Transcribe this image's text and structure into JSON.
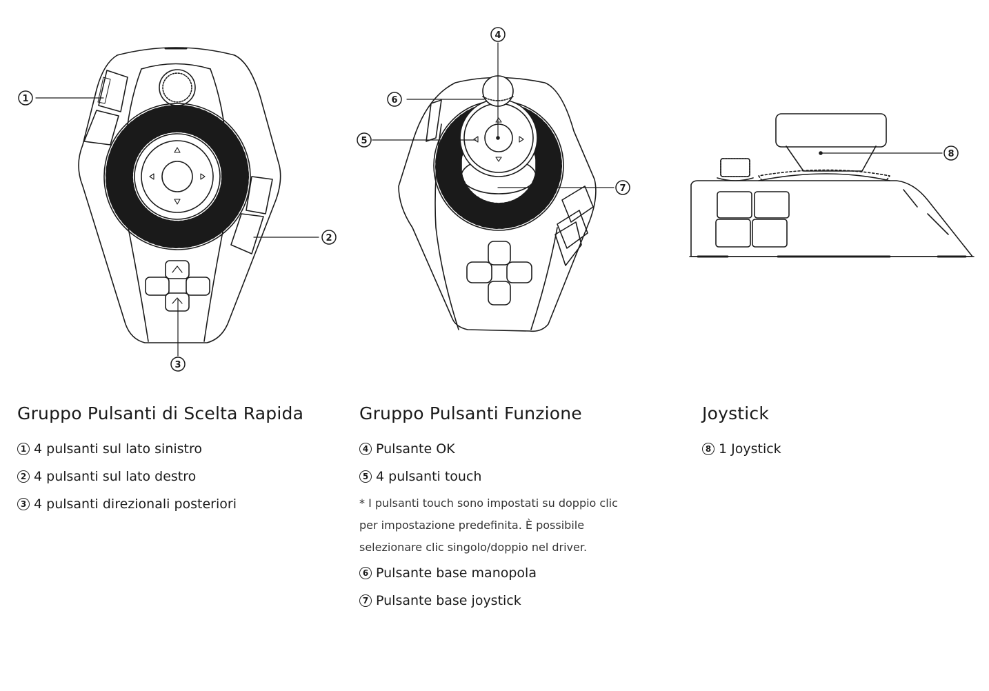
{
  "callouts": [
    "1",
    "2",
    "3",
    "4",
    "5",
    "6",
    "7",
    "8"
  ],
  "columns": [
    {
      "title": "Gruppo Pulsanti di Scelta Rapida",
      "items": [
        {
          "num": "1",
          "text": "4 pulsanti sul lato sinistro"
        },
        {
          "num": "2",
          "text": "4 pulsanti sul lato destro"
        },
        {
          "num": "3",
          "text": "4 pulsanti direzionali posteriori"
        }
      ]
    },
    {
      "title": "Gruppo Pulsanti Funzione",
      "items": [
        {
          "num": "4",
          "text": "Pulsante OK"
        },
        {
          "num": "5",
          "text": "4 pulsanti touch"
        }
      ],
      "note": "* I pulsanti touch sono impostati su doppio clic per impostazione predefinita. È possibile selezionare clic singolo/doppio nel driver.",
      "items_after": [
        {
          "num": "6",
          "text": "Pulsante base manopola"
        },
        {
          "num": "7",
          "text": "Pulsante base joystick"
        }
      ]
    },
    {
      "title": "Joystick",
      "items": [
        {
          "num": "8",
          "text": "1 Joystick"
        }
      ]
    }
  ]
}
